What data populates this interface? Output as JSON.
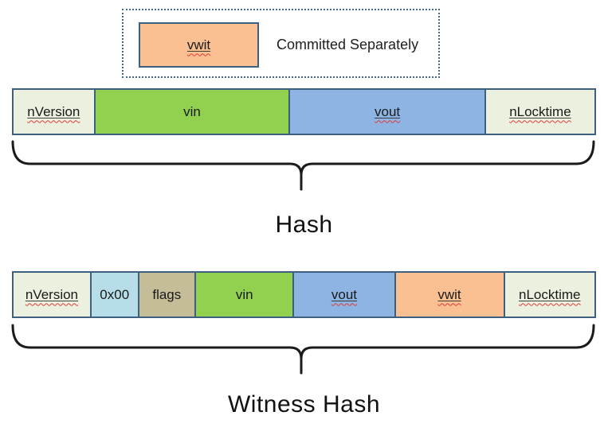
{
  "legend": {
    "swatch_label": "vwit",
    "caption": "Committed Separately"
  },
  "hash_row": {
    "brace_label": "Hash",
    "cells": [
      {
        "label": "nVersion",
        "color": "#EBF1DE",
        "misspelled": true
      },
      {
        "label": "vin",
        "color": "#92D050",
        "misspelled": false
      },
      {
        "label": "vout",
        "color": "#8DB4E2",
        "misspelled": true
      },
      {
        "label": "nLocktime",
        "color": "#EBF1DE",
        "misspelled": true
      }
    ]
  },
  "witness_hash_row": {
    "brace_label": "Witness Hash",
    "cells": [
      {
        "label": "nVersion",
        "color": "#EBF1DE",
        "misspelled": true
      },
      {
        "label": "0x00",
        "color": "#B7DEE8",
        "misspelled": false
      },
      {
        "label": "flags",
        "color": "#C4BD97",
        "misspelled": false
      },
      {
        "label": "vin",
        "color": "#92D050",
        "misspelled": false
      },
      {
        "label": "vout",
        "color": "#8DB4E2",
        "misspelled": true
      },
      {
        "label": "vwit",
        "color": "#FBC092",
        "misspelled": true
      },
      {
        "label": "nLocktime",
        "color": "#EBF1DE",
        "misspelled": true
      }
    ]
  },
  "colors": {
    "cell_border": "#3D6080",
    "legend_border": "#47648e",
    "light_fill": "#EBF1DE",
    "green_fill": "#92D050",
    "blue_fill": "#8DB4E2",
    "aqua_fill": "#B7DEE8",
    "tan_fill": "#C4BD97",
    "orange_fill": "#FBC092",
    "squiggle_red": "#E13B3B",
    "brace_stroke": "#1b1b1b"
  }
}
